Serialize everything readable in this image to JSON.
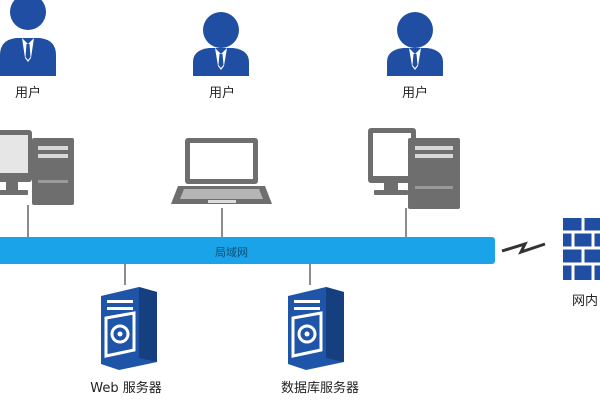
{
  "users": [
    {
      "label": "用户",
      "icon": "user-icon"
    },
    {
      "label": "用户",
      "icon": "user-icon"
    },
    {
      "label": "用户",
      "icon": "user-icon"
    }
  ],
  "clients": [
    {
      "icon": "desktop-computer-icon"
    },
    {
      "icon": "laptop-icon"
    },
    {
      "icon": "desktop-computer-icon"
    }
  ],
  "network": {
    "label": "局域网"
  },
  "servers": [
    {
      "label": "Web 服务器",
      "icon": "server-icon"
    },
    {
      "label": "数据库服务器",
      "icon": "server-icon"
    }
  ],
  "firewall": {
    "label": "网内",
    "icon": "firewall-icon"
  },
  "colors": {
    "user_blue": "#1f4ea3",
    "device_gray": "#6e6e6e",
    "network_blue": "#1aa3e8",
    "server_blue": "#1f55a8",
    "line_gray": "#555555"
  }
}
